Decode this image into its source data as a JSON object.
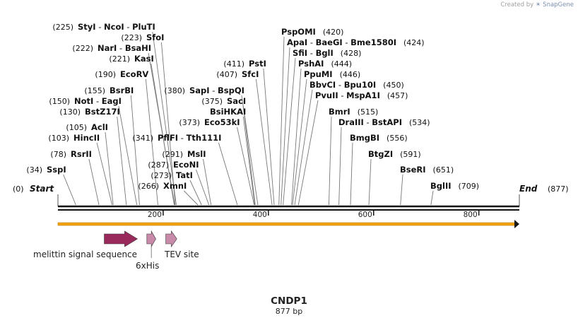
{
  "watermark": {
    "prefix": "Created by",
    "brand": "SnapGene"
  },
  "sequence": {
    "name": "CNDP1",
    "length_label": "877 bp",
    "length": 877
  },
  "ends": [
    {
      "id": "start",
      "pos": 0,
      "pos_label": "(0)",
      "name": "Start"
    },
    {
      "id": "end",
      "pos": 877,
      "pos_label": "(877)",
      "name": "End"
    }
  ],
  "ruler_ticks": [
    "200",
    "400",
    "600",
    "800"
  ],
  "site_rows": [
    {
      "pos_label": "(34)",
      "names": [
        "SspI"
      ],
      "cut": [
        34
      ]
    },
    {
      "pos_label": "(78)",
      "names": [
        "RsrII"
      ],
      "cut": [
        78
      ]
    },
    {
      "pos_label": "(103)",
      "names": [
        "HincII"
      ],
      "cut": [
        103
      ]
    },
    {
      "pos_label": "(105)",
      "names": [
        "AclI"
      ],
      "cut": [
        105
      ]
    },
    {
      "pos_label": "(130)",
      "names": [
        "BstZ17I"
      ],
      "cut": [
        130
      ]
    },
    {
      "pos_label": "(150)",
      "names": [
        "NotI",
        "EagI"
      ],
      "cut": [
        150
      ]
    },
    {
      "pos_label": "(155)",
      "names": [
        "BsrBI"
      ],
      "cut": [
        155
      ]
    },
    {
      "pos_label": "(190)",
      "names": [
        "EcoRV"
      ],
      "cut": [
        190
      ]
    },
    {
      "pos_label": "(221)",
      "names": [
        "KasI"
      ],
      "cut": [
        221
      ]
    },
    {
      "pos_label": "(222)",
      "names": [
        "NarI",
        "BsaHI"
      ],
      "cut": [
        222
      ]
    },
    {
      "pos_label": "(223)",
      "names": [
        "SfoI"
      ],
      "cut": [
        223
      ]
    },
    {
      "pos_label": "(225)",
      "names": [
        "StyI",
        "NcoI",
        "PluTI"
      ],
      "cut": [
        225
      ]
    },
    {
      "pos_label": "(266)",
      "names": [
        "XmnI"
      ],
      "cut": [
        266
      ]
    },
    {
      "pos_label": "(273)",
      "names": [
        "TatI"
      ],
      "cut": [
        273
      ]
    },
    {
      "pos_label": "(287)",
      "names": [
        "EcoNI"
      ],
      "cut": [
        287
      ]
    },
    {
      "pos_label": "(291)",
      "names": [
        "MslI"
      ],
      "cut": [
        291
      ]
    },
    {
      "pos_label": "(341)",
      "names": [
        "PflFI",
        "Tth111I"
      ],
      "cut": [
        341
      ]
    },
    {
      "pos_label": "(373)",
      "names": [
        "Eco53kI"
      ],
      "cut": [
        373
      ]
    },
    {
      "pos_label": "",
      "names": [
        "BsiHKAI"
      ],
      "cut": [
        374
      ]
    },
    {
      "pos_label": "(375)",
      "names": [
        "SacI"
      ],
      "cut": [
        375
      ]
    },
    {
      "pos_label": "(380)",
      "names": [
        "SapI",
        "BspQI"
      ],
      "cut": [
        380
      ]
    },
    {
      "pos_label": "(407)",
      "names": [
        "SfcI"
      ],
      "cut": [
        407
      ]
    },
    {
      "pos_label": "(411)",
      "names": [
        "PstI"
      ],
      "cut": [
        411
      ]
    },
    {
      "pos_label": "(420)",
      "names": [
        "PspOMI"
      ],
      "cut": [
        420
      ]
    },
    {
      "pos_label": "(424)",
      "names": [
        "ApaI",
        "BaeGI",
        "Bme1580I"
      ],
      "cut": [
        424
      ]
    },
    {
      "pos_label": "(428)",
      "names": [
        "SfiI",
        "BglI"
      ],
      "cut": [
        428
      ]
    },
    {
      "pos_label": "(444)",
      "names": [
        "PshAI"
      ],
      "cut": [
        444
      ]
    },
    {
      "pos_label": "(446)",
      "names": [
        "PpuMI"
      ],
      "cut": [
        446
      ]
    },
    {
      "pos_label": "(450)",
      "names": [
        "BbvCI",
        "Bpu10I"
      ],
      "cut": [
        450
      ]
    },
    {
      "pos_label": "(457)",
      "names": [
        "PvuII",
        "MspA1I"
      ],
      "cut": [
        457
      ]
    },
    {
      "pos_label": "(515)",
      "names": [
        "BmrI"
      ],
      "cut": [
        515
      ]
    },
    {
      "pos_label": "(534)",
      "names": [
        "DraIII",
        "BstAPI"
      ],
      "cut": [
        534
      ]
    },
    {
      "pos_label": "(556)",
      "names": [
        "BmgBI"
      ],
      "cut": [
        556
      ]
    },
    {
      "pos_label": "(591)",
      "names": [
        "BtgZI"
      ],
      "cut": [
        591
      ]
    },
    {
      "pos_label": "(651)",
      "names": [
        "BseRI"
      ],
      "cut": [
        651
      ]
    },
    {
      "pos_label": "(709)",
      "names": [
        "BglII"
      ],
      "cut": [
        709
      ]
    }
  ],
  "features": [
    {
      "id": "melittin",
      "name": "melittin signal sequence",
      "start": 88,
      "end": 151,
      "color": "#9b2a5c"
    },
    {
      "id": "his",
      "name": "6xHis",
      "start": 169,
      "end": 186,
      "color": "#c98aaa"
    },
    {
      "id": "tev",
      "name": "TEV site",
      "start": 205,
      "end": 226,
      "color": "#c98aaa"
    }
  ],
  "cds_arrow": {
    "color": "#f2a30f"
  }
}
